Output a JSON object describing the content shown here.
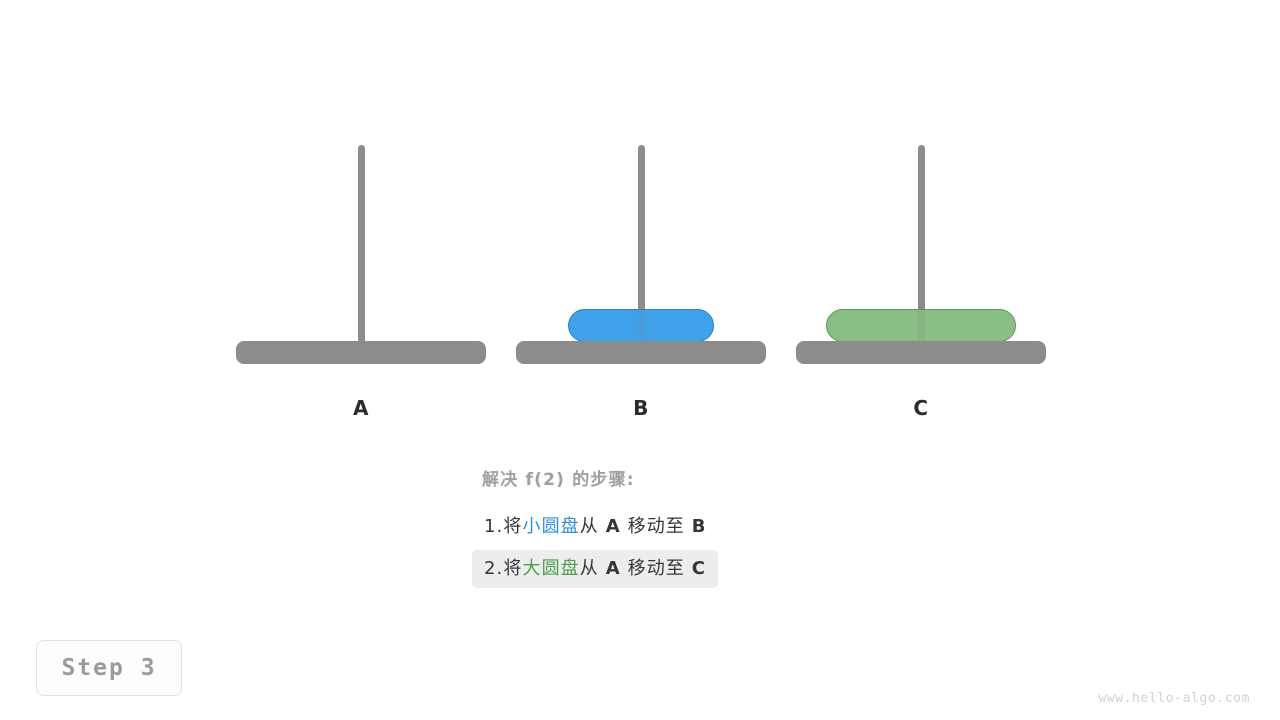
{
  "colors": {
    "gray": "#8c8c8c",
    "blue_disk_fill": "#3ea1ea",
    "blue_disk_border": "#2b82c4",
    "green_disk_fill": "#89be85",
    "green_disk_border": "#5e9a59",
    "highlight_bg": "#ededee",
    "title_gray": "#a0a0a0",
    "body_text": "#33363b",
    "blue_text": "#2f8fd8",
    "green_text": "#4e9b4b",
    "badge_text": "#9b9b9b",
    "watermark": "#d2d2d2"
  },
  "towers": [
    {
      "label": "A",
      "disk": null
    },
    {
      "label": "B",
      "disk": "small"
    },
    {
      "label": "C",
      "disk": "large"
    }
  ],
  "caption": {
    "title": "解决 f(2) 的步骤:",
    "steps": [
      {
        "index": "1.",
        "verb": "将",
        "object": "小圆盘",
        "object_color": "blue",
        "from_word": "从",
        "from": "A",
        "move_word": "移动至",
        "to": "B",
        "highlighted": false
      },
      {
        "index": "2.",
        "verb": "将",
        "object": "大圆盘",
        "object_color": "green",
        "from_word": "从",
        "from": "A",
        "move_word": "移动至",
        "to": "C",
        "highlighted": true
      }
    ]
  },
  "badge": {
    "label": "Step 3"
  },
  "watermark": {
    "text": "www.hello-algo.com"
  }
}
